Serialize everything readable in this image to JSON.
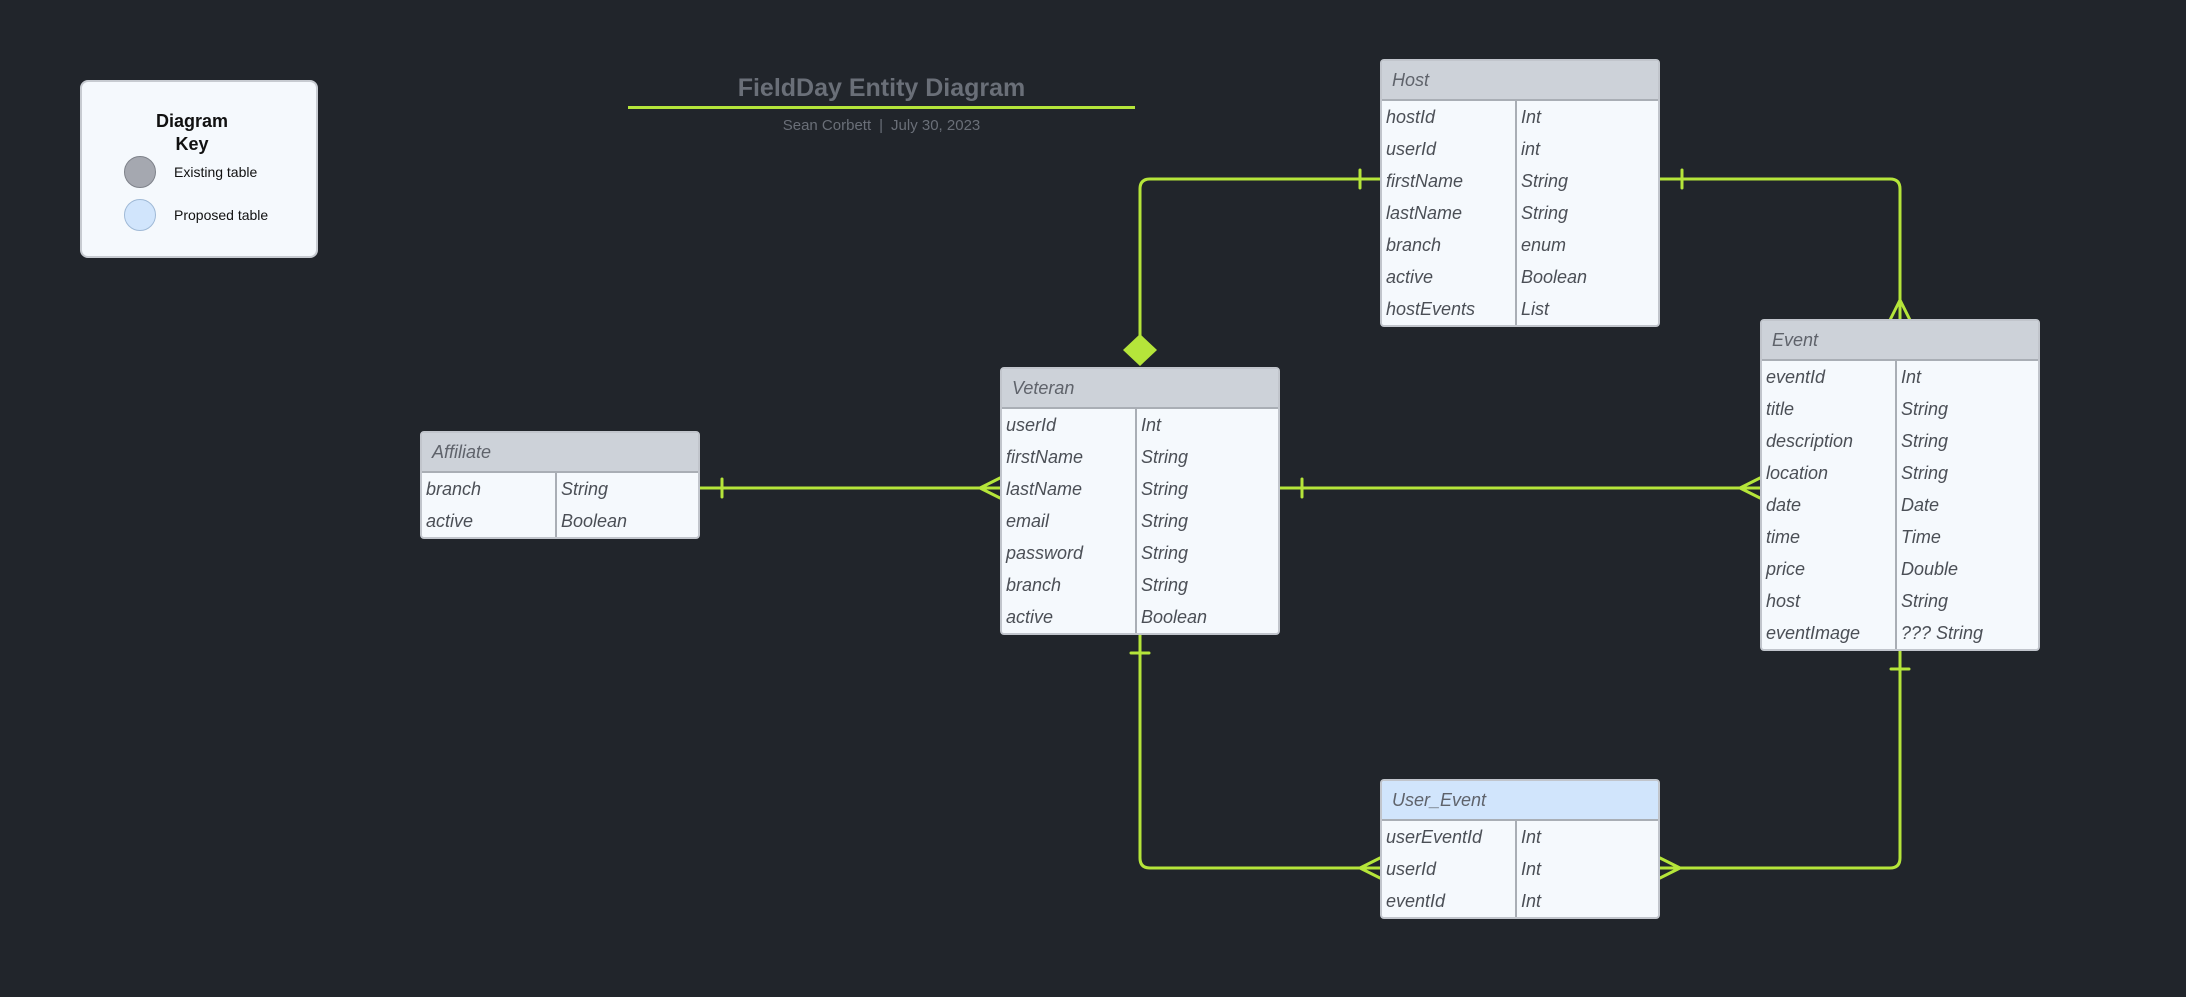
{
  "title": "FieldDay Entity Diagram",
  "author": "Sean Corbett",
  "date": "July 30, 2023",
  "key": {
    "title": "Diagram Key",
    "items": [
      {
        "label": "Existing table",
        "color": "#a5a8b0"
      },
      {
        "label": "Proposed table",
        "color": "#d1e5fc"
      }
    ]
  },
  "colors": {
    "background": "#21252b",
    "connector": "#b5e53a",
    "existing_header": "#cdd2d9",
    "proposed_header": "#d1e5fc",
    "body": "#f5f9fd"
  },
  "entities": [
    {
      "name": "Host",
      "status": "existing",
      "fields": [
        {
          "name": "hostId",
          "type": "Int"
        },
        {
          "name": "userId",
          "type": "int"
        },
        {
          "name": "firstName",
          "type": "String"
        },
        {
          "name": "lastName",
          "type": "String"
        },
        {
          "name": "branch",
          "type": "enum"
        },
        {
          "name": "active",
          "type": "Boolean"
        },
        {
          "name": "hostEvents",
          "type": "List"
        }
      ]
    },
    {
      "name": "Event",
      "status": "existing",
      "fields": [
        {
          "name": "eventId",
          "type": "Int"
        },
        {
          "name": "title",
          "type": "String"
        },
        {
          "name": "description",
          "type": "String"
        },
        {
          "name": "location",
          "type": "String"
        },
        {
          "name": "date",
          "type": "Date"
        },
        {
          "name": "time",
          "type": "Time"
        },
        {
          "name": "price",
          "type": "Double"
        },
        {
          "name": "host",
          "type": "String"
        },
        {
          "name": "eventImage",
          "type": "??? String"
        }
      ]
    },
    {
      "name": "Veteran",
      "status": "existing",
      "fields": [
        {
          "name": "userId",
          "type": "Int"
        },
        {
          "name": "firstName",
          "type": "String"
        },
        {
          "name": "lastName",
          "type": "String"
        },
        {
          "name": "email",
          "type": "String"
        },
        {
          "name": "password",
          "type": "String"
        },
        {
          "name": "branch",
          "type": "String"
        },
        {
          "name": "active",
          "type": "Boolean"
        }
      ]
    },
    {
      "name": "Affiliate",
      "status": "existing",
      "fields": [
        {
          "name": "branch",
          "type": "String"
        },
        {
          "name": "active",
          "type": "Boolean"
        }
      ]
    },
    {
      "name": "User_Event",
      "status": "proposed",
      "fields": [
        {
          "name": "userEventId",
          "type": "Int"
        },
        {
          "name": "userId",
          "type": "Int"
        },
        {
          "name": "eventId",
          "type": "Int"
        }
      ]
    }
  ],
  "relationships": [
    {
      "from": "Host",
      "to": "Veteran",
      "from_end": "one",
      "to_end": "diamond"
    },
    {
      "from": "Host",
      "to": "Event",
      "from_end": "one",
      "to_end": "many"
    },
    {
      "from": "Affiliate",
      "to": "Veteran",
      "from_end": "one",
      "to_end": "many"
    },
    {
      "from": "Veteran",
      "to": "Event",
      "from_end": "one",
      "to_end": "many"
    },
    {
      "from": "Veteran",
      "to": "User_Event",
      "from_end": "one",
      "to_end": "many"
    },
    {
      "from": "Event",
      "to": "User_Event",
      "from_end": "one",
      "to_end": "many"
    }
  ]
}
